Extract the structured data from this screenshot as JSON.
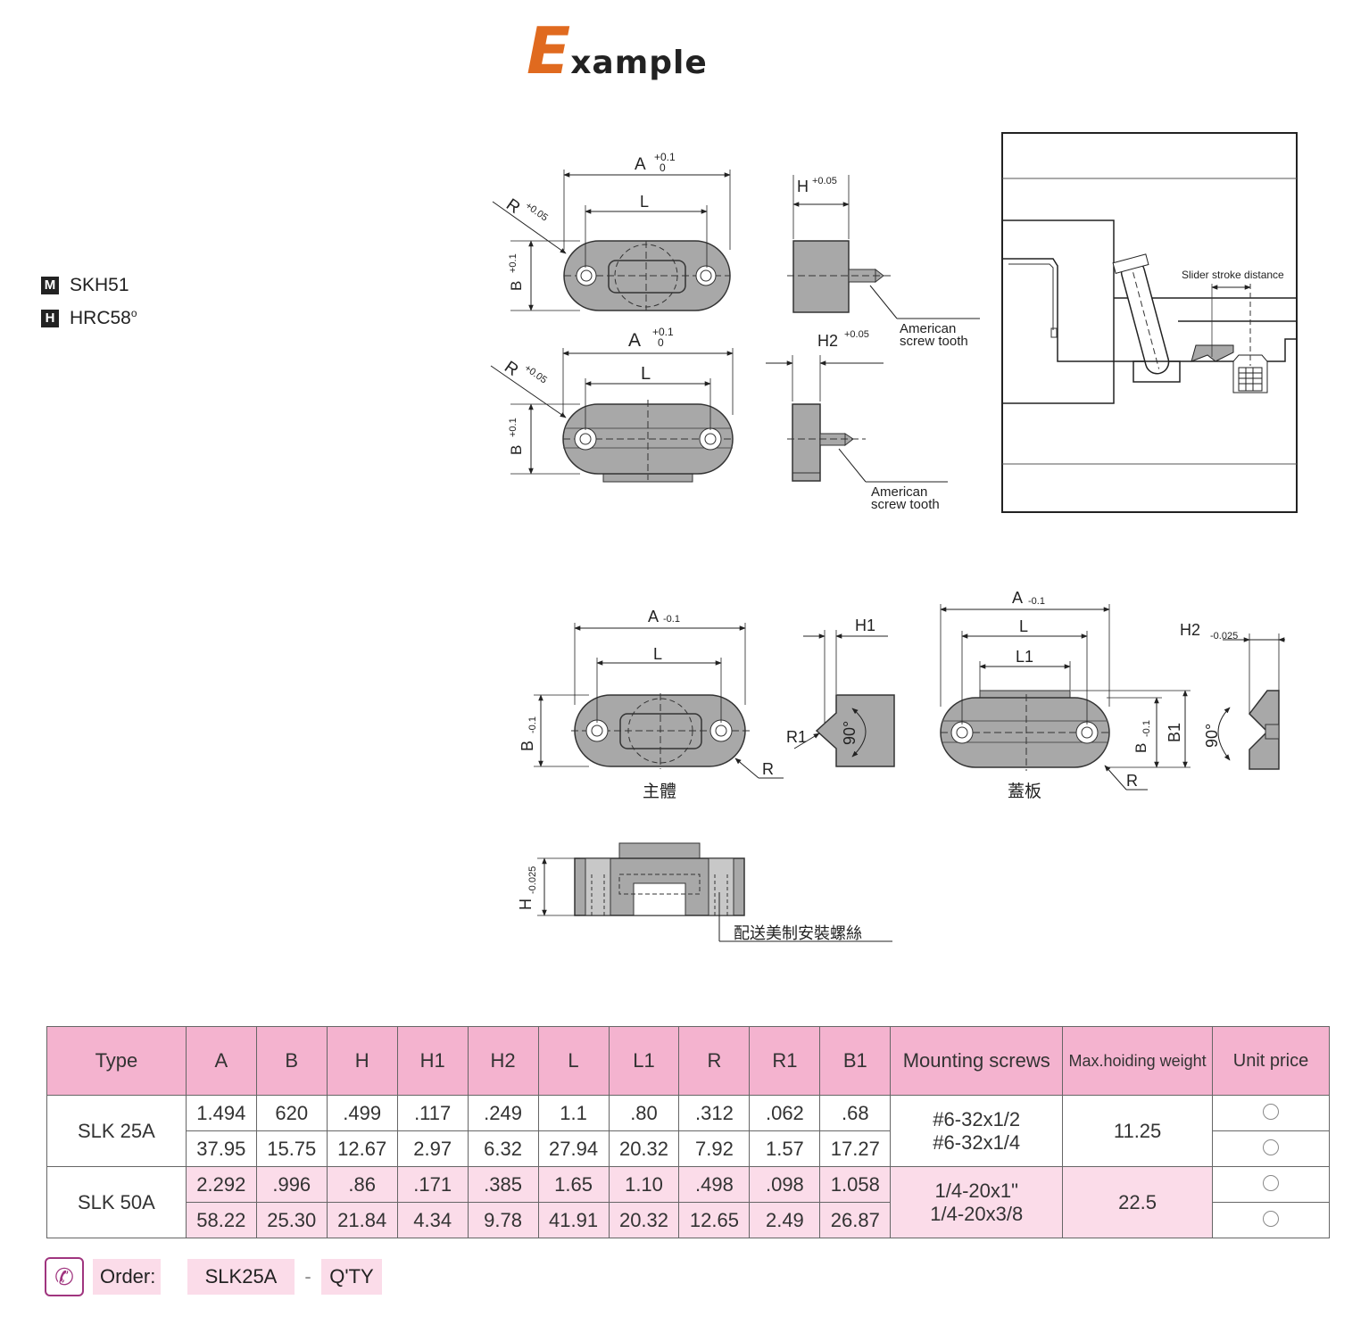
{
  "title": {
    "first_letter": "E",
    "rest": "xample"
  },
  "materials": [
    {
      "code": "M",
      "value": "SKH51"
    },
    {
      "code": "H",
      "value": "HRC58",
      "sup": "o"
    }
  ],
  "drawing_labels": {
    "A": "A",
    "B": "B",
    "H": "H",
    "H1": "H1",
    "H2": "H2",
    "L": "L",
    "L1": "L1",
    "R": "R",
    "R1": "R1",
    "B1": "B1",
    "tol_plus01": "+0.1",
    "tol_0": "0",
    "tol_plus005": "+0.05",
    "tol_minus01": "-0.1",
    "tol_minus0025": "-0.025",
    "american_screw_1": "American",
    "american_screw_2": "screw tooth",
    "slider_stroke": "Slider stroke distance",
    "angle": "90°",
    "main_body": "主體",
    "cover_plate": "蓋板",
    "screw_note": "配送美制安裝螺絲"
  },
  "table": {
    "headers": [
      "Type",
      "A",
      "B",
      "H",
      "H1",
      "H2",
      "L",
      "L1",
      "R",
      "R1",
      "B1",
      "Mounting screws",
      "Max.hoiding weight",
      "Unit price"
    ],
    "rows": [
      {
        "type": "SLK 25A",
        "inch": [
          "1.494",
          "620",
          ".499",
          ".117",
          ".249",
          "1.1",
          ".80",
          ".312",
          ".062",
          ".68"
        ],
        "mm": [
          "37.95",
          "15.75",
          "12.67",
          "2.97",
          "6.32",
          "27.94",
          "20.32",
          "7.92",
          "1.57",
          "17.27"
        ],
        "screws": [
          "#6-32x1/2",
          "#6-32x1/4"
        ],
        "weight": "11.25"
      },
      {
        "type": "SLK 50A",
        "inch": [
          "2.292",
          ".996",
          ".86",
          ".171",
          ".385",
          "1.65",
          "1.10",
          ".498",
          ".098",
          "1.058"
        ],
        "mm": [
          "58.22",
          "25.30",
          "21.84",
          "4.34",
          "9.78",
          "41.91",
          "20.32",
          "12.65",
          "2.49",
          "26.87"
        ],
        "screws": [
          "1/4-20x1\"",
          "1/4-20x3/8"
        ],
        "weight": "22.5"
      }
    ]
  },
  "order": {
    "label": "Order:",
    "code": "SLK25A",
    "sep": "-",
    "qty": "Q'TY"
  },
  "colors": {
    "accent": "#e06a1f",
    "header_pink": "#f4b3cf",
    "row_pink": "#fbdce9",
    "part_gray": "#a8a8a8"
  }
}
